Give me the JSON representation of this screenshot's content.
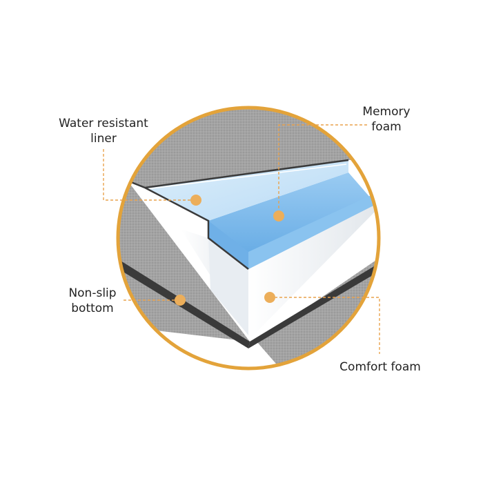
{
  "labels": {
    "water_resistant_liner": {
      "line1": "Water resistant",
      "line2": "liner"
    },
    "memory_foam": {
      "line1": "Memory",
      "line2": "foam"
    },
    "non_slip_bottom": {
      "line1": "Non-slip",
      "line2": "bottom"
    },
    "comfort_foam": {
      "line1": "Comfort foam"
    }
  },
  "colors": {
    "ring": "#E3A33A",
    "marker": "#ECAE5A",
    "leader": "#E9A24C",
    "cover_gray": "#9C9C9C",
    "cover_light": "#B3B3B3",
    "memory_foam_blue": "#7DB9EA",
    "liner_blue": "#CFE6F8",
    "comfort_white": "#F4F7FA",
    "base_dark": "#3A3A3A"
  }
}
